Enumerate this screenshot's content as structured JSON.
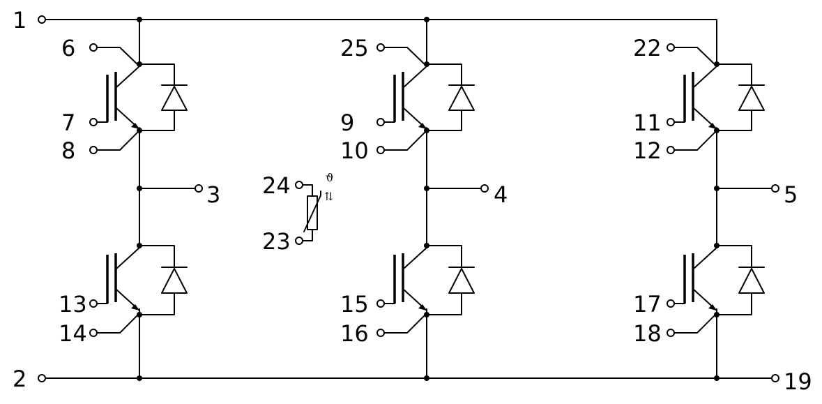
{
  "pins": {
    "p1": "1",
    "p2": "2",
    "p3": "3",
    "p4": "4",
    "p5": "5",
    "p6": "6",
    "p7": "7",
    "p8": "8",
    "p9": "9",
    "p10": "10",
    "p11": "11",
    "p12": "12",
    "p13": "13",
    "p14": "14",
    "p15": "15",
    "p16": "16",
    "p17": "17",
    "p18": "18",
    "p19": "19",
    "p22": "22",
    "p23": "23",
    "p24": "24",
    "p25": "25"
  },
  "thermistor": {
    "theta": "ϑ",
    "arrows": "⇅"
  }
}
